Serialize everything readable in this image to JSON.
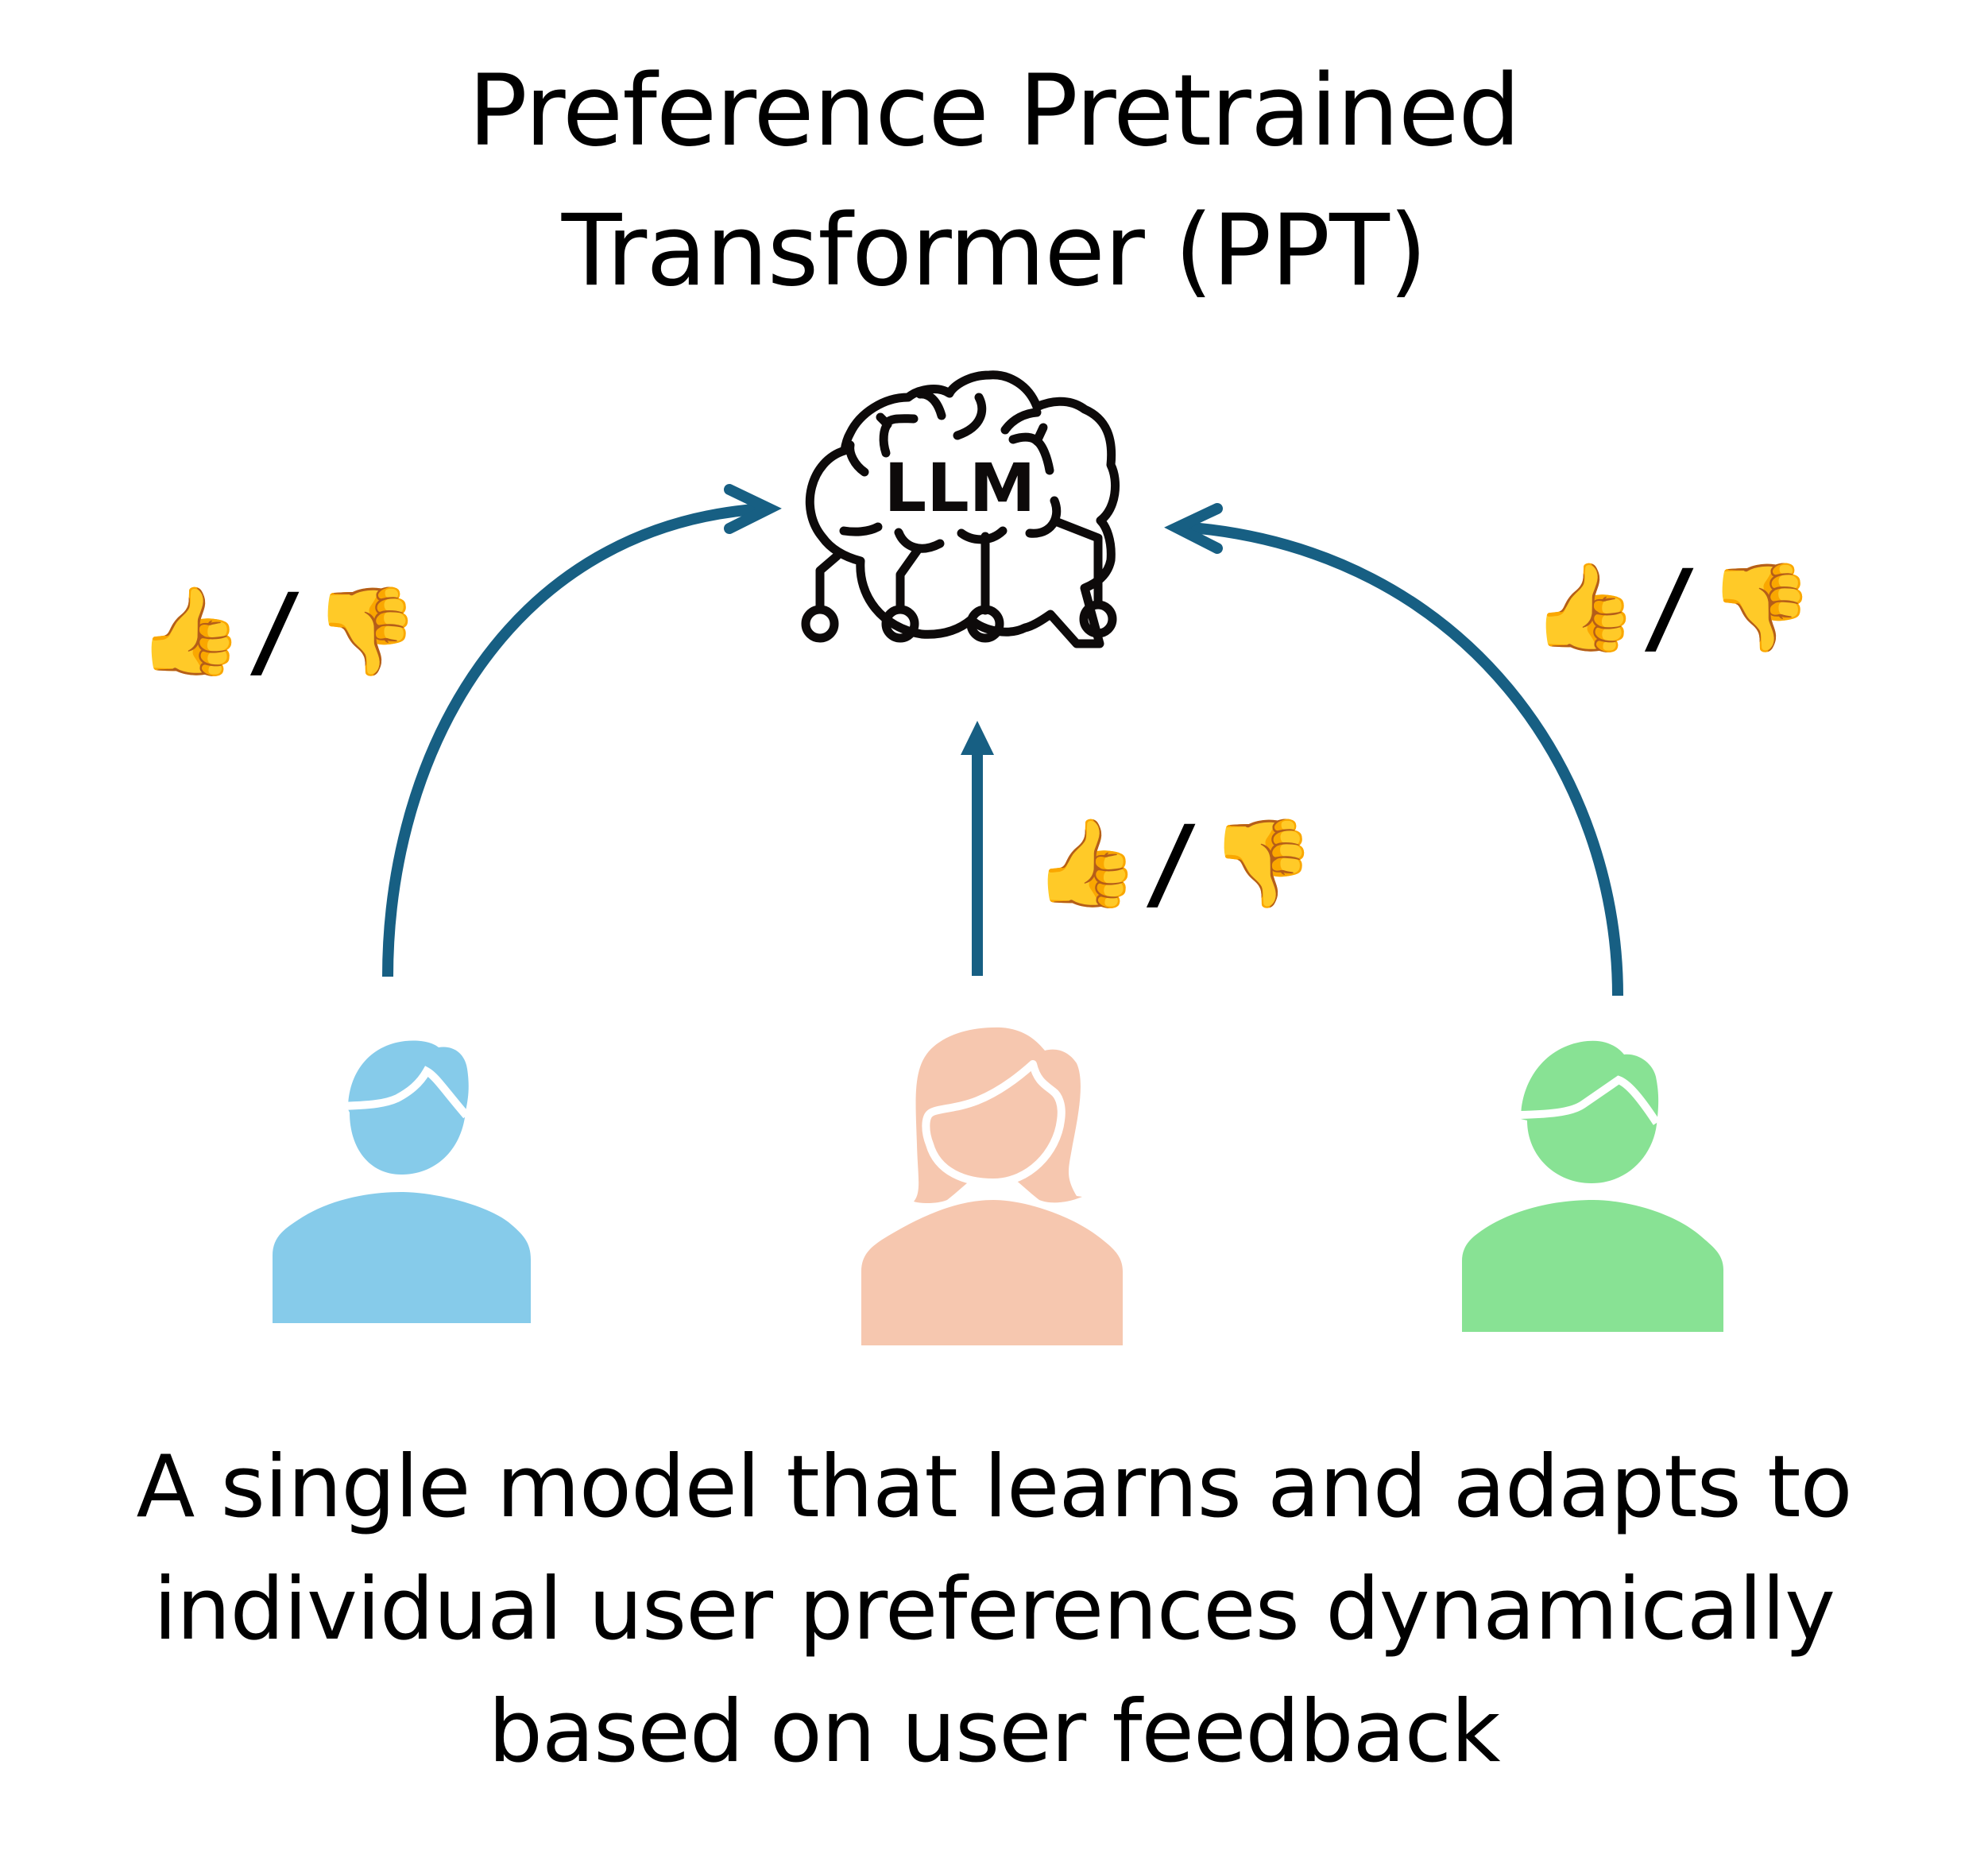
{
  "title": {
    "line1": "Preference Pretrained",
    "line2": "Transformer (PPT)"
  },
  "model_icon": {
    "label": "LLM",
    "icon": "brain-circuit-icon"
  },
  "feedback_groups": [
    {
      "position": "left",
      "positive_icon": "👍",
      "separator": "/",
      "negative_icon": "👎"
    },
    {
      "position": "center",
      "positive_icon": "👍",
      "separator": "/",
      "negative_icon": "👎"
    },
    {
      "position": "right",
      "positive_icon": "👍",
      "separator": "/",
      "negative_icon": "👎"
    }
  ],
  "users": [
    {
      "id": "user-left",
      "type": "male",
      "color": "#86CBEA"
    },
    {
      "id": "user-center",
      "type": "female",
      "color": "#F6C7AF"
    },
    {
      "id": "user-right",
      "type": "male",
      "color": "#88E294"
    }
  ],
  "arrows": {
    "color": "#175F83"
  },
  "caption": {
    "line1": "A single model that learns and adapts to",
    "line2": "individual user preferences dynamically",
    "line3": "based on user feedback"
  }
}
